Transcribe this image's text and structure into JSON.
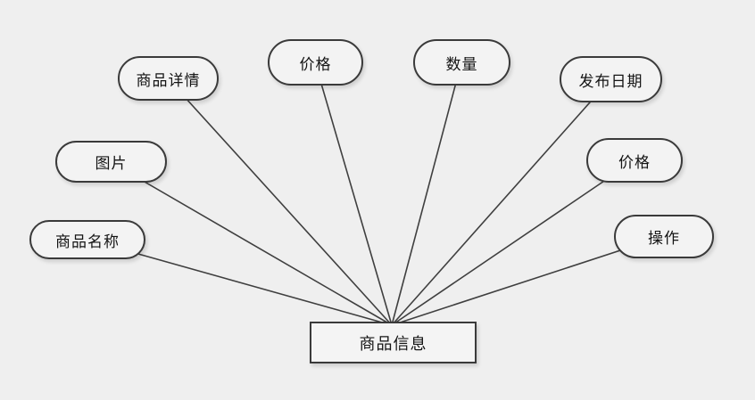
{
  "diagram": {
    "entity": {
      "label": "商品信息"
    },
    "attributes": [
      {
        "label": "商品名称"
      },
      {
        "label": "图片"
      },
      {
        "label": "商品详情"
      },
      {
        "label": "价格"
      },
      {
        "label": "数量"
      },
      {
        "label": "发布日期"
      },
      {
        "label": "价格"
      },
      {
        "label": "操作"
      }
    ],
    "connections": [
      {
        "from": "商品名称",
        "to": "商品信息"
      },
      {
        "from": "图片",
        "to": "商品信息"
      },
      {
        "from": "商品详情",
        "to": "商品信息"
      },
      {
        "from": "价格",
        "to": "商品信息"
      },
      {
        "from": "数量",
        "to": "商品信息"
      },
      {
        "from": "发布日期",
        "to": "商品信息"
      },
      {
        "from": "价格",
        "to": "商品信息"
      },
      {
        "from": "操作",
        "to": "商品信息"
      }
    ]
  },
  "colors": {
    "background": "#efefef",
    "node_fill": "#f3f3f3",
    "node_border": "#3a3a3a",
    "connector": "#3f3f3f",
    "text": "#141414"
  }
}
